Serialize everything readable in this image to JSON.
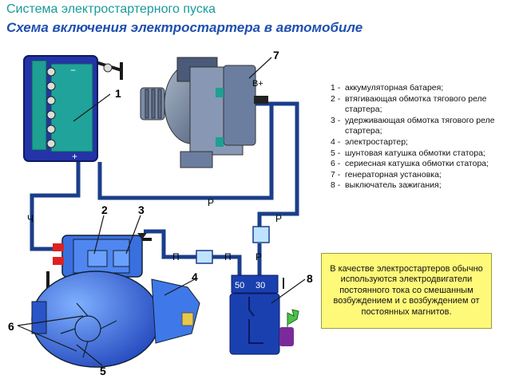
{
  "title": "Система электростартерного пуска",
  "subtitle": "Схема включения электростартера в автомобиле",
  "legend": [
    {
      "num": "1 -",
      "text": "аккумуляторная батарея;"
    },
    {
      "num": "2 -",
      "text": "втягивающая обмотка тягового реле стартера;"
    },
    {
      "num": "3 -",
      "text": "удерживающая обмотка тягового реле стартера;"
    },
    {
      "num": "4 -",
      "text": "электростартер;"
    },
    {
      "num": "5 -",
      "text": "шунтовая катушка обмотки статора;"
    },
    {
      "num": "6 -",
      "text": "сериесная катушка обмотки статора;"
    },
    {
      "num": "7 -",
      "text": "генераторная установка;"
    },
    {
      "num": "8 -",
      "text": "выключатель зажигания;"
    }
  ],
  "note": "В качестве электростартеров обычно используются электродвигатели постоянного тока со смешанным возбуждением и с возбуждением от постоянных магнитов.",
  "callouts": {
    "n1": "1",
    "n2": "2",
    "n3": "3",
    "n4": "4",
    "n5": "5",
    "n6": "6",
    "n7": "7",
    "n8": "8"
  },
  "wire_labels": {
    "b_plus": "B+",
    "r1": "Р",
    "r2": "Р",
    "r3": "Р",
    "ch": "Ч",
    "p1": "П",
    "p2": "П"
  },
  "terminals": {
    "t50": "50",
    "t30": "30"
  },
  "battery_signs": {
    "minus": "−",
    "plus": "+"
  },
  "colors": {
    "wire": "#1a3e8a",
    "black_wire": "#1a1a1a",
    "battery": "#2433a8",
    "battery_cells": "#1ea093",
    "relay_box": "#1a40b0",
    "note_bg": "#fff97a",
    "title": "#1a9a9a",
    "subtitle": "#1f4fb0"
  }
}
